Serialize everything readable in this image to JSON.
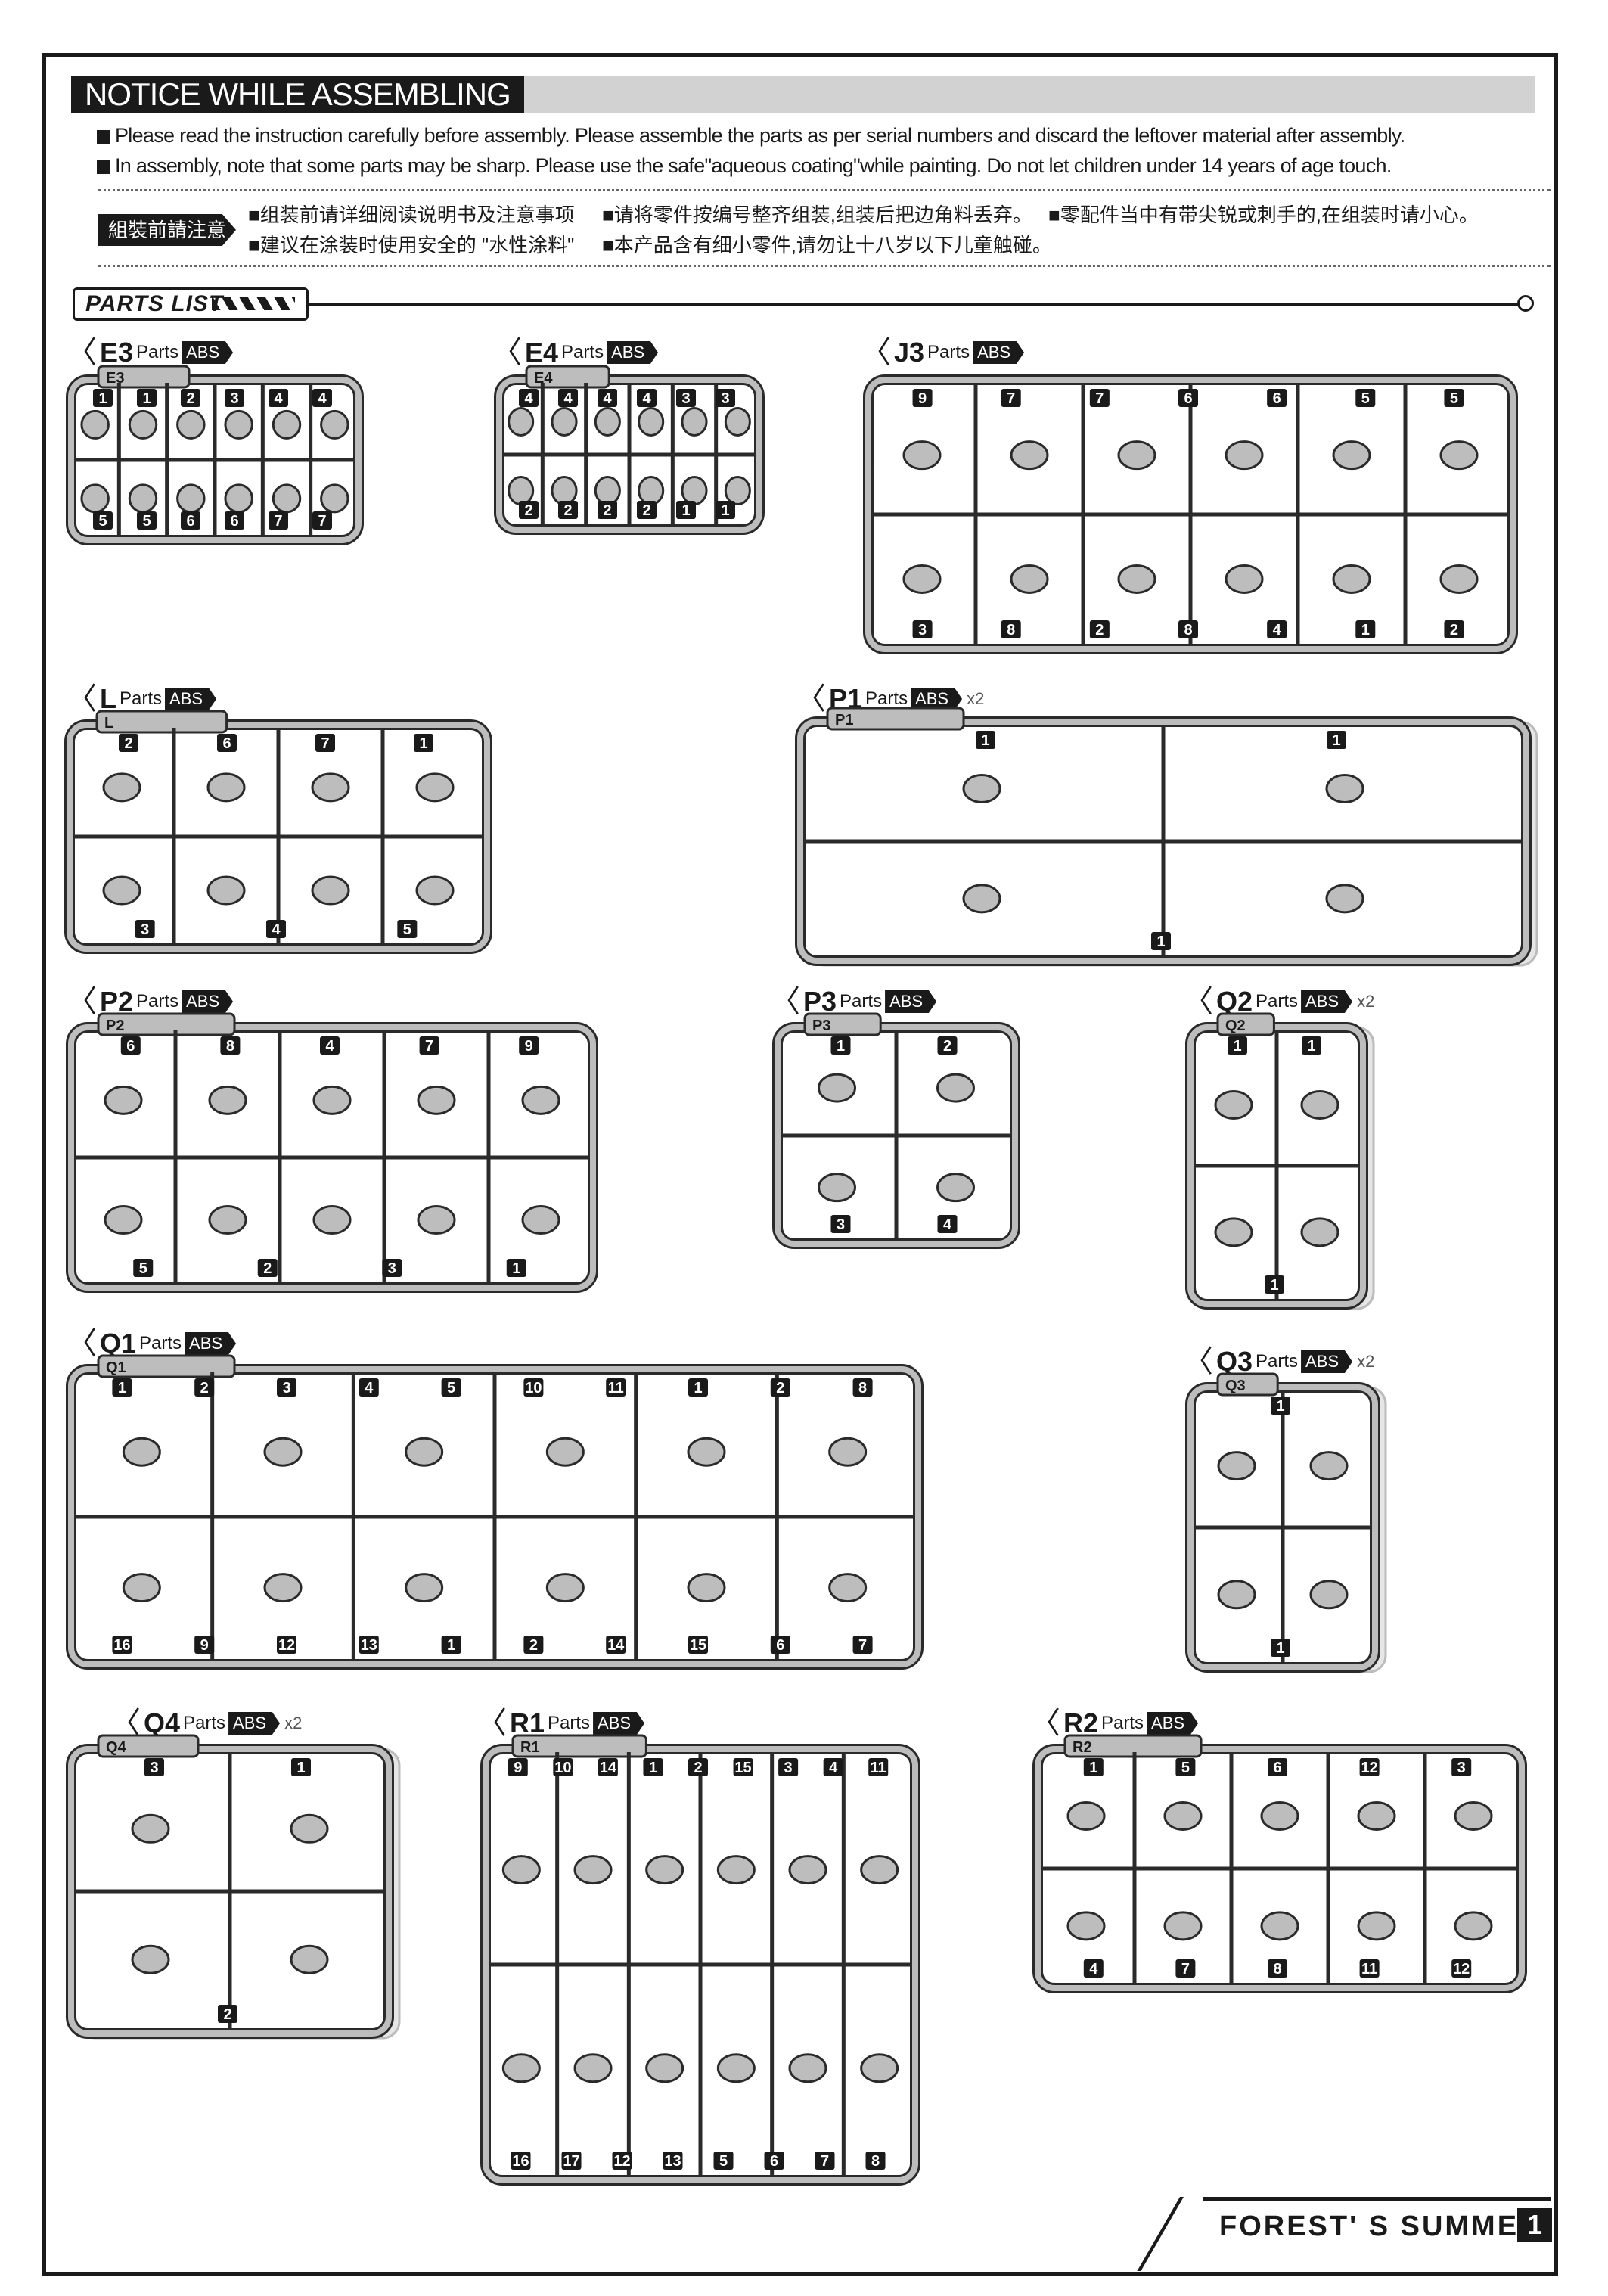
{
  "notice": {
    "title": "NOTICE WHILE ASSEMBLING",
    "en_lines": [
      "Please read the instruction carefully before assembly.  Please assemble the parts as per serial numbers and discard the leftover material after assembly.",
      "In assembly, note that some parts may be sharp.  Please use the safe\"aqueous coating\"while painting. Do not let children under 14 years of age touch."
    ],
    "cn_tag": "組裝前請注意",
    "cn_lines": [
      "■组装前请详细阅读说明书及注意事项",
      "■请将零件按编号整齐组装,组装后把边角料丢弃。",
      "■零配件当中有带尖锐或刺手的,在组装时请小心。",
      "■建议在涂装时使用安全的 \"水性涂料\"",
      "■本产品含有细小零件,请勿让十八岁以下儿童触碰。"
    ]
  },
  "parts_list_title": "PARTS LIST",
  "common": {
    "parts_word": "Parts",
    "material": "ABS"
  },
  "groups": [
    {
      "id": "E3",
      "qty": "",
      "tab": "E3",
      "numbers": [
        "1",
        "1",
        "2",
        "3",
        "4",
        "4",
        "5",
        "5",
        "6",
        "6",
        "7",
        "7"
      ]
    },
    {
      "id": "E4",
      "qty": "",
      "tab": "E4",
      "numbers": [
        "4",
        "4",
        "4",
        "4",
        "3",
        "3",
        "2",
        "2",
        "2",
        "2",
        "1",
        "1"
      ]
    },
    {
      "id": "J3",
      "qty": "",
      "tab": "",
      "numbers": [
        "9",
        "7",
        "7",
        "6",
        "6",
        "5",
        "5",
        "3",
        "8",
        "2",
        "8",
        "4",
        "1",
        "2"
      ]
    },
    {
      "id": "L",
      "qty": "",
      "tab": "L",
      "numbers": [
        "2",
        "6",
        "7",
        "1",
        "3",
        "4",
        "5"
      ]
    },
    {
      "id": "P1",
      "qty": "x2",
      "tab": "P1",
      "numbers": [
        "1",
        "1",
        "1"
      ]
    },
    {
      "id": "P2",
      "qty": "",
      "tab": "P2",
      "numbers": [
        "6",
        "8",
        "4",
        "7",
        "9",
        "5",
        "2",
        "3",
        "1"
      ]
    },
    {
      "id": "P3",
      "qty": "",
      "tab": "P3",
      "numbers": [
        "1",
        "2",
        "3",
        "4"
      ]
    },
    {
      "id": "Q2",
      "qty": "x2",
      "tab": "Q2",
      "numbers": [
        "1",
        "1",
        "1"
      ]
    },
    {
      "id": "Q1",
      "qty": "",
      "tab": "Q1",
      "numbers": [
        "1",
        "2",
        "3",
        "4",
        "5",
        "10",
        "11",
        "1",
        "2",
        "8",
        "16",
        "9",
        "12",
        "13",
        "1",
        "2",
        "14",
        "15",
        "6",
        "7"
      ]
    },
    {
      "id": "Q3",
      "qty": "x2",
      "tab": "Q3",
      "numbers": [
        "1",
        "1"
      ]
    },
    {
      "id": "Q4",
      "qty": "x2",
      "tab": "Q4",
      "numbers": [
        "3",
        "1",
        "2"
      ]
    },
    {
      "id": "R1",
      "qty": "",
      "tab": "R1",
      "numbers": [
        "9",
        "10",
        "14",
        "1",
        "2",
        "15",
        "3",
        "4",
        "11",
        "16",
        "17",
        "12",
        "13",
        "5",
        "6",
        "7",
        "8"
      ]
    },
    {
      "id": "R2",
      "qty": "",
      "tab": "R2",
      "numbers": [
        "1",
        "5",
        "6",
        "12",
        "3",
        "4",
        "7",
        "8",
        "11",
        "12"
      ]
    }
  ],
  "footer": {
    "title": "FOREST' S SUMMER",
    "page": "1"
  }
}
